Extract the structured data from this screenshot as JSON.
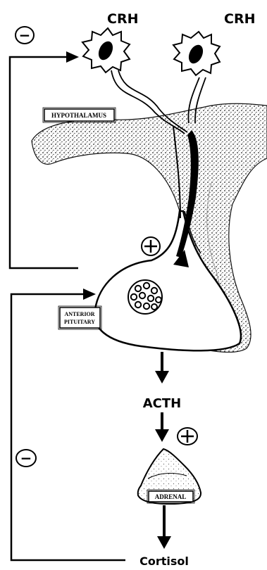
{
  "labels": {
    "crh_left": "CRH",
    "crh_right": "CRH",
    "hypothalamus": "HYPOTHALAMUS",
    "anterior_pituitary_line1": "ANTERIOR",
    "anterior_pituitary_line2": "PITUITARY",
    "acth": "ACTH",
    "adrenal": "ADRENAL",
    "cortisol": "Cortisol"
  },
  "signs": {
    "top_feedback": "−",
    "pituitary_stimulation": "+",
    "adrenal_stimulation": "+",
    "bottom_feedback": "−"
  }
}
